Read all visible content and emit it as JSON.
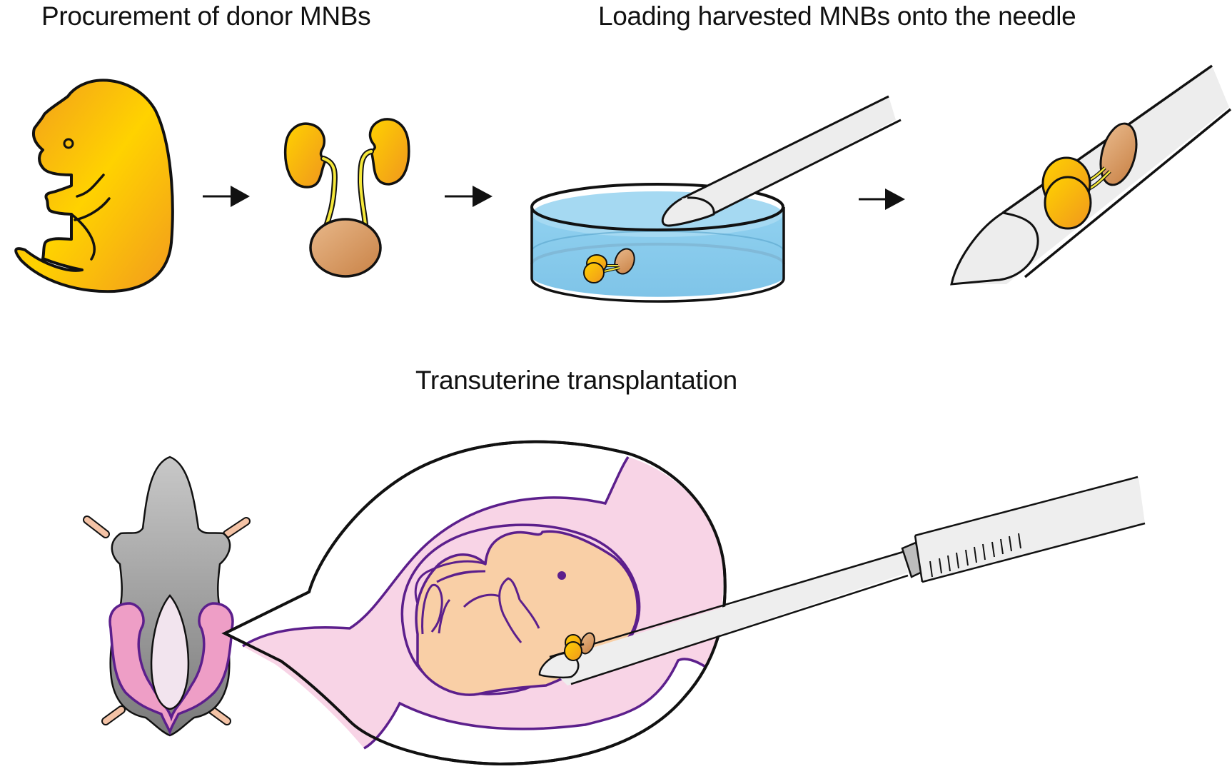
{
  "figure": {
    "steps": [
      {
        "id": "procurement",
        "label": "Procurement of donor MNBs"
      },
      {
        "id": "loading",
        "label": "Loading harvested MNBs onto the needle"
      },
      {
        "id": "transplant",
        "label": "Transuterine transplantation"
      }
    ],
    "arrows": [
      "arrow-right-icon",
      "arrow-right-icon",
      "arrow-right-icon"
    ],
    "colors": {
      "embryo_orange": "#f5a623",
      "embryo_yellow": "#ffd200",
      "kidney_brown": "#d4935a",
      "ureter_yellow": "#f5e83a",
      "dish_blue": "#8fd0ef",
      "needle_gray": "#eeeeee",
      "uterus_pink": "#f0a0c8",
      "amnion_pink": "#f8d4e6",
      "fetus_skin": "#f9cfa6",
      "outline_purple": "#5c1f8c",
      "mouse_gray": "#9a9a9a"
    }
  }
}
